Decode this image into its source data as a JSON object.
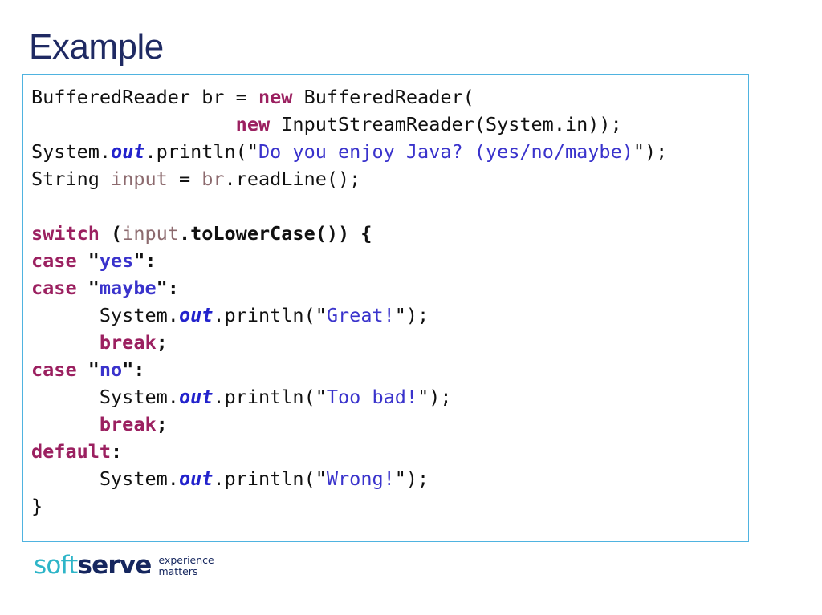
{
  "slide": {
    "title": "Example",
    "accent_border_color": "#4FB3E0",
    "title_color": "#1F2A63",
    "background_color": "#ffffff"
  },
  "syntax_colors": {
    "plain": "#111111",
    "keyword": "#9B2060",
    "string": "#3A33CC",
    "field": "#2222CC",
    "variable": "#8C6A6E"
  },
  "code_block": {
    "language": "java",
    "full_text": "BufferedReader br = new BufferedReader(\n                  new InputStreamReader(System.in));\nSystem.out.println(\"Do you enjoy Java? (yes/no/maybe)\");\nString input = br.readLine();\n\nswitch (input.toLowerCase()) {\ncase \"yes\":\ncase \"maybe\":\n      System.out.println(\"Great!\");\n      break;\ncase \"no\":\n      System.out.println(\"Too bad!\");\n      break;\ndefault:\n      System.out.println(\"Wrong!\");\n}",
    "lines": [
      {
        "n": 1,
        "tokens": [
          {
            "t": "BufferedReader br = ",
            "c": "plain"
          },
          {
            "t": "new",
            "c": "kw"
          },
          {
            "t": " BufferedReader(",
            "c": "plain"
          }
        ]
      },
      {
        "n": 2,
        "tokens": [
          {
            "t": "                  ",
            "c": "plain"
          },
          {
            "t": "new",
            "c": "kw"
          },
          {
            "t": " InputStreamReader(System.in));",
            "c": "plain"
          }
        ]
      },
      {
        "n": 3,
        "tokens": [
          {
            "t": "System.",
            "c": "plain"
          },
          {
            "t": "out",
            "c": "field"
          },
          {
            "t": ".println(\"",
            "c": "plain"
          },
          {
            "t": "Do you enjoy Java? (yes/no/maybe)",
            "c": "str"
          },
          {
            "t": "\");",
            "c": "plain"
          }
        ]
      },
      {
        "n": 4,
        "tokens": [
          {
            "t": "String ",
            "c": "plain"
          },
          {
            "t": "input",
            "c": "var"
          },
          {
            "t": " = ",
            "c": "plain"
          },
          {
            "t": "br",
            "c": "var"
          },
          {
            "t": ".readLine();",
            "c": "plain"
          }
        ]
      },
      {
        "n": 5,
        "tokens": []
      },
      {
        "n": 6,
        "tokens": [
          {
            "t": "switch",
            "c": "kw"
          },
          {
            "t": " (",
            "c": "bold"
          },
          {
            "t": "input",
            "c": "var"
          },
          {
            "t": ".toLowerCase()) {",
            "c": "bold"
          }
        ]
      },
      {
        "n": 7,
        "tokens": [
          {
            "t": "case",
            "c": "kw"
          },
          {
            "t": " \"",
            "c": "bold"
          },
          {
            "t": "yes",
            "c": "str-b"
          },
          {
            "t": "\":",
            "c": "bold"
          }
        ]
      },
      {
        "n": 8,
        "tokens": [
          {
            "t": "case",
            "c": "kw"
          },
          {
            "t": " \"",
            "c": "bold"
          },
          {
            "t": "maybe",
            "c": "str-b"
          },
          {
            "t": "\":",
            "c": "bold"
          }
        ]
      },
      {
        "n": 9,
        "tokens": [
          {
            "t": "      System.",
            "c": "plain"
          },
          {
            "t": "out",
            "c": "field"
          },
          {
            "t": ".println(\"",
            "c": "plain"
          },
          {
            "t": "Great!",
            "c": "str"
          },
          {
            "t": "\");",
            "c": "plain"
          }
        ]
      },
      {
        "n": 10,
        "tokens": [
          {
            "t": "      ",
            "c": "plain"
          },
          {
            "t": "break",
            "c": "kw"
          },
          {
            "t": ";",
            "c": "bold"
          }
        ]
      },
      {
        "n": 11,
        "tokens": [
          {
            "t": "case",
            "c": "kw"
          },
          {
            "t": " \"",
            "c": "bold"
          },
          {
            "t": "no",
            "c": "str-b"
          },
          {
            "t": "\":",
            "c": "bold"
          }
        ]
      },
      {
        "n": 12,
        "tokens": [
          {
            "t": "      System.",
            "c": "plain"
          },
          {
            "t": "out",
            "c": "field"
          },
          {
            "t": ".println(\"",
            "c": "plain"
          },
          {
            "t": "Too bad!",
            "c": "str"
          },
          {
            "t": "\");",
            "c": "plain"
          }
        ]
      },
      {
        "n": 13,
        "tokens": [
          {
            "t": "      ",
            "c": "plain"
          },
          {
            "t": "break",
            "c": "kw"
          },
          {
            "t": ";",
            "c": "bold"
          }
        ]
      },
      {
        "n": 14,
        "tokens": [
          {
            "t": "default",
            "c": "kw"
          },
          {
            "t": ":",
            "c": "bold"
          }
        ]
      },
      {
        "n": 15,
        "tokens": [
          {
            "t": "      System.",
            "c": "plain"
          },
          {
            "t": "out",
            "c": "field"
          },
          {
            "t": ".println(\"",
            "c": "plain"
          },
          {
            "t": "Wrong!",
            "c": "str"
          },
          {
            "t": "\");",
            "c": "plain"
          }
        ]
      },
      {
        "n": 16,
        "tokens": [
          {
            "t": "}",
            "c": "plain"
          }
        ]
      }
    ]
  },
  "logo": {
    "word_light": "soft",
    "word_bold": "serve",
    "tagline_line1": "experience",
    "tagline_line2": "matters",
    "color_light": "#2EB5C8",
    "color_bold": "#15265E"
  }
}
